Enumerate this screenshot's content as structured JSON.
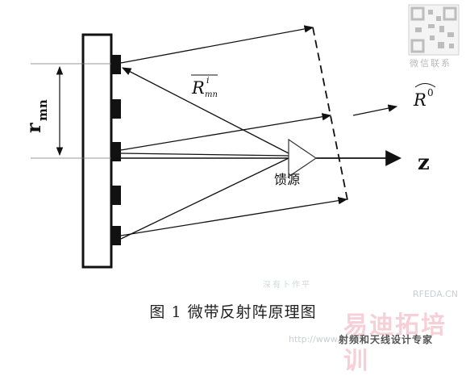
{
  "labels": {
    "r_symbol": "r",
    "r_subscript": "mn",
    "vector_R": "R",
    "vector_R_super": "i",
    "vector_R_sub": "mn",
    "unit_R": "R",
    "unit_R_super": "0",
    "z_axis": "z",
    "feed": "馈源"
  },
  "caption": "图 1   微带反射阵原理图",
  "watermarks": {
    "wechat": "微信联系",
    "site": "RFEDA.CN",
    "brand": "易迪拓培训",
    "tagline": "射频和天线设计专家",
    "url": "http://www.",
    "faint": "深有卜作平"
  },
  "colors": {
    "line": "#111111",
    "feed_stroke": "#333333"
  }
}
